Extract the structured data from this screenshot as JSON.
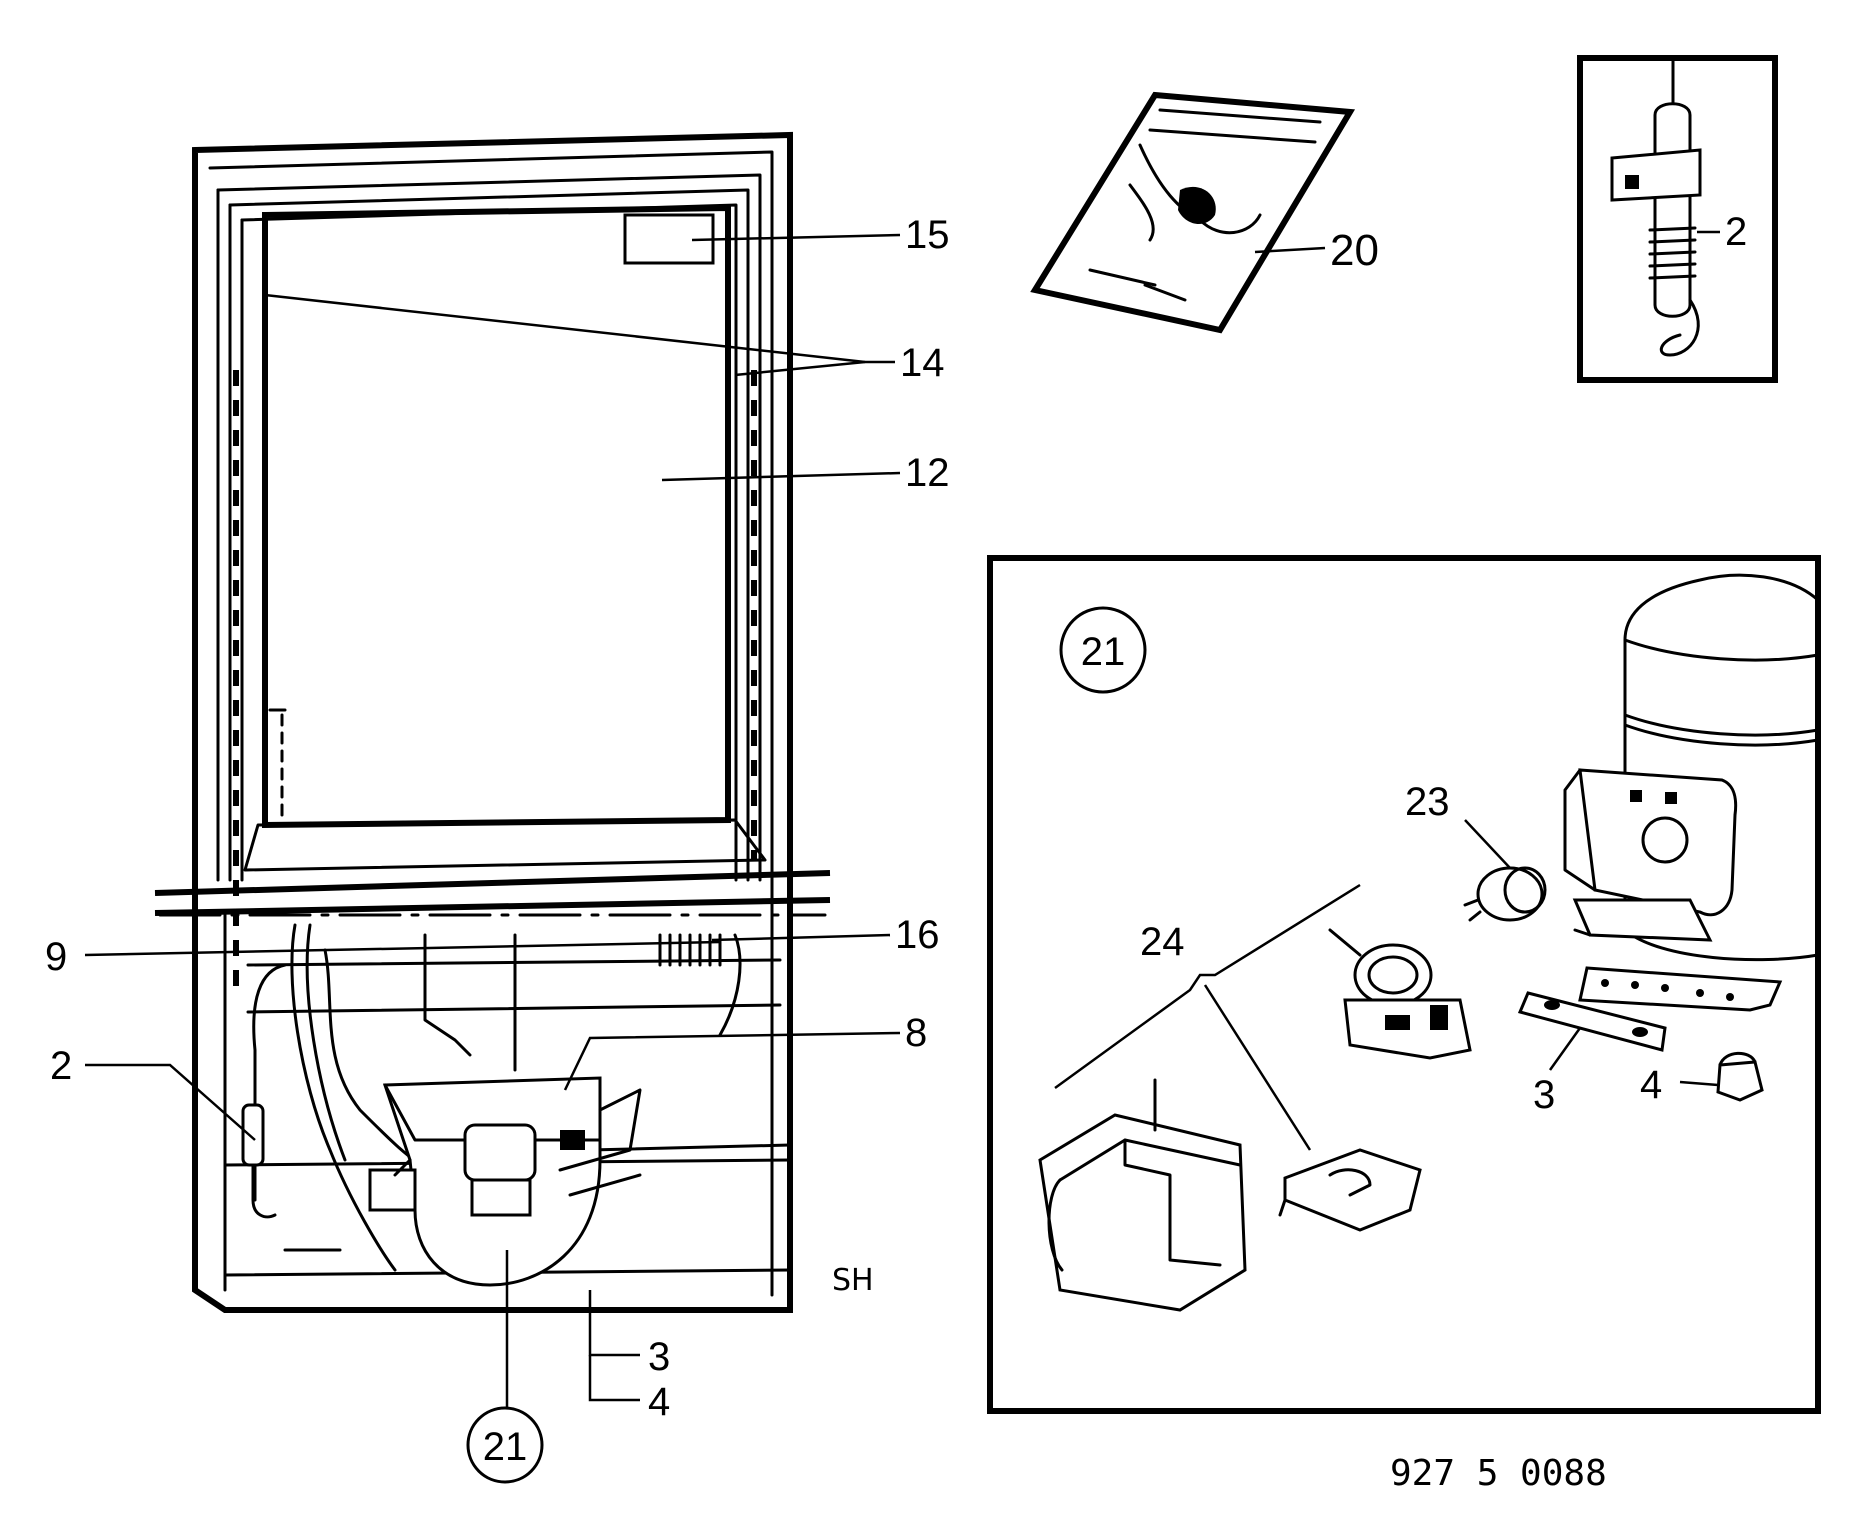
{
  "diagram": {
    "callouts": {
      "c15": "15",
      "c14": "14",
      "c12": "12",
      "c16": "16",
      "c9": "9",
      "c8": "8",
      "c2_left": "2",
      "c3_left": "3",
      "c4_left": "4",
      "c21_left": "21",
      "c20": "20",
      "c2_inset": "2",
      "c21_inset": "21",
      "c23": "23",
      "c24": "24",
      "c3_inset": "3",
      "c4_inset": "4"
    },
    "side_mark": "SH",
    "drawing_code": "927 5 0088"
  }
}
